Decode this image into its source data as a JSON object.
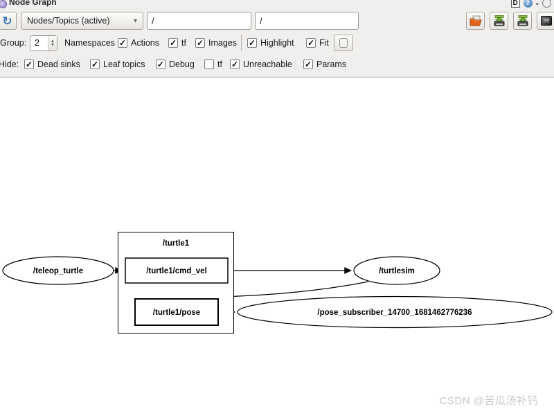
{
  "window": {
    "title": "Node Graph",
    "titlebar": {
      "d_button": "D",
      "help_button": "?",
      "minimize": "-"
    }
  },
  "toolbar": {
    "refresh_icon": "↻",
    "view_mode_selected": "Nodes/Topics (active)",
    "combo_arrow": "▾",
    "node_filter_value": "/",
    "topic_filter_value": "/",
    "right_buttons": [
      "open-file",
      "save-dot",
      "save-image",
      "screenshot"
    ]
  },
  "options_row": {
    "group_label": "Group:",
    "group_value": "2",
    "namespaces_label": "Namespaces",
    "checkboxes": [
      {
        "label": "Actions",
        "checked": true
      },
      {
        "label": "tf",
        "checked": true
      },
      {
        "label": "Images",
        "checked": true
      },
      {
        "label": "Highlight",
        "checked": true
      },
      {
        "label": "Fit",
        "checked": true
      }
    ]
  },
  "hide_row": {
    "label": "Hide:",
    "checkboxes": [
      {
        "label": "Dead sinks",
        "checked": true
      },
      {
        "label": "Leaf topics",
        "checked": true
      },
      {
        "label": "Debug",
        "checked": true
      },
      {
        "label": "tf",
        "checked": false
      },
      {
        "label": "Unreachable",
        "checked": true
      },
      {
        "label": "Params",
        "checked": true
      }
    ]
  },
  "graph": {
    "nodes": {
      "teleop_turtle": "/teleop_turtle",
      "turtle1_group": "/turtle1",
      "cmd_vel_topic": "/turtle1/cmd_vel",
      "pose_topic": "/turtle1/pose",
      "turtlesim": "/turtlesim",
      "pose_subscriber": "/pose_subscriber_14700_1681462776236"
    },
    "edges": [
      {
        "from": "/teleop_turtle",
        "to": "/turtle1/cmd_vel"
      },
      {
        "from": "/turtle1/cmd_vel",
        "to": "/turtlesim"
      },
      {
        "from": "/turtlesim",
        "to": "/turtle1/pose"
      },
      {
        "from": "/turtle1/pose",
        "to": "/pose_subscriber_14700_1681462776236"
      }
    ]
  },
  "watermark": "CSDN @苦瓜汤补钙"
}
